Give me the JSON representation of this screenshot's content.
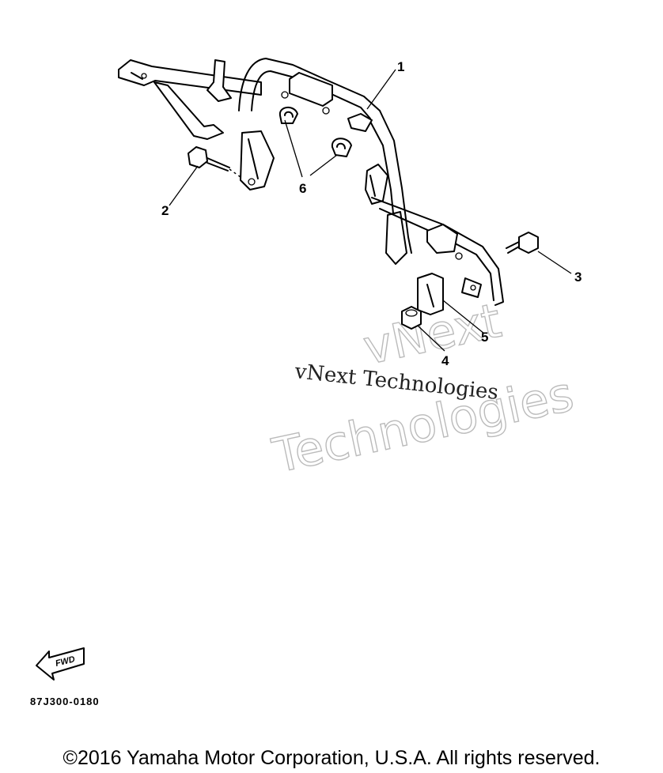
{
  "callouts": {
    "c1": "1",
    "c2": "2",
    "c3": "3",
    "c4": "4",
    "c5": "5",
    "c6": "6"
  },
  "watermark": {
    "serif_text": "vNext Technologies",
    "outline_line1": "vNext",
    "outline_line2": "Technologies"
  },
  "fwd_label": "FWD",
  "part_code": "87J300-0180",
  "copyright": "©2016 Yamaha Motor Corporation, U.S.A. All rights reserved."
}
